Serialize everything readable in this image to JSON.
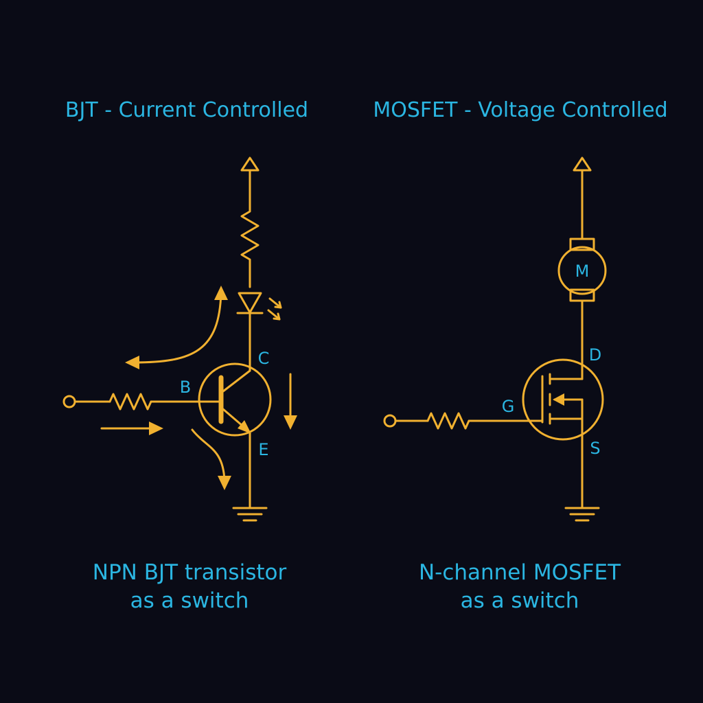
{
  "colors": {
    "background": "#0a0b16",
    "wire": "#f1b130",
    "label": "#2bb6e2"
  },
  "bjt": {
    "title": "BJT - Current Controlled",
    "pins": {
      "base": "B",
      "collector": "C",
      "emitter": "E"
    },
    "caption_line1": "NPN BJT transistor",
    "caption_line2": "as a switch"
  },
  "mosfet": {
    "title": "MOSFET - Voltage Controlled",
    "pins": {
      "gate": "G",
      "drain": "D",
      "source": "S"
    },
    "motor_label": "M",
    "caption_line1": "N-channel MOSFET",
    "caption_line2": "as a switch"
  }
}
